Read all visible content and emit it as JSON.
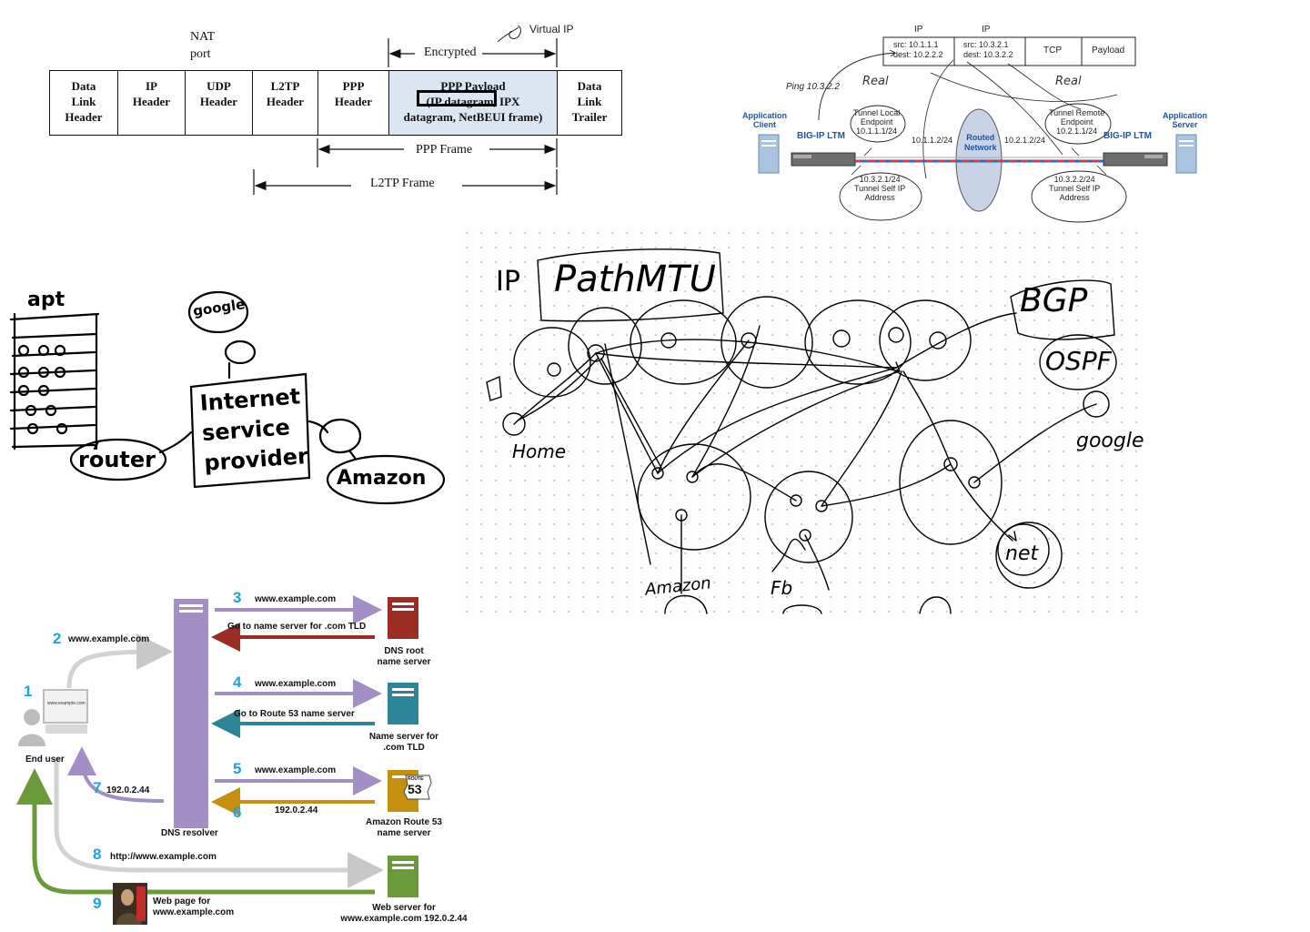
{
  "l2tp": {
    "nat_label": "NAT",
    "port_label": "port",
    "encrypted_label": "Encrypted",
    "virtual_ip_label": "Virtual IP",
    "cells": [
      {
        "l1": "Data",
        "l2": "Link",
        "l3": "Header"
      },
      {
        "l1": "IP",
        "l2": "Header",
        "l3": ""
      },
      {
        "l1": "UDP",
        "l2": "Header",
        "l3": ""
      },
      {
        "l1": "L2TP",
        "l2": "Header",
        "l3": ""
      },
      {
        "l1": "PPP",
        "l2": "Header",
        "l3": ""
      },
      {
        "l1": "PPP Payload",
        "l2": "(IP datagram, IPX",
        "l3": "datagram, NetBEUI frame)"
      },
      {
        "l1": "Data",
        "l2": "Link",
        "l3": "Trailer"
      }
    ],
    "ppp_frame_label": "PPP Frame",
    "l2tp_frame_label": "L2TP Frame"
  },
  "bigip": {
    "packet_headers": [
      "IP",
      "IP"
    ],
    "packet_cells": [
      {
        "l1": "src: 10.1.1.1",
        "l2": "dest: 10.2.2.2"
      },
      {
        "l1": "src: 10.3.2.1",
        "l2": "dest: 10.3.2.2"
      },
      {
        "l1": "TCP",
        "l2": ""
      },
      {
        "l1": "Payload",
        "l2": ""
      }
    ],
    "ping_label": "Ping 10.3.2.2",
    "handwritten_note_left": "Real",
    "handwritten_note_right": "Real",
    "app_client": {
      "l1": "Application",
      "l2": "Client"
    },
    "app_server": {
      "l1": "Application",
      "l2": "Server"
    },
    "ltm_left": "BIG-IP LTM",
    "ltm_right": "BIG-IP LTM",
    "tunnel_local": {
      "l1": "Tunnel Local",
      "l2": "Endpoint",
      "l3": "10.1.1.1/24"
    },
    "tunnel_remote": {
      "l1": "Tunnel Remote",
      "l2": "Endpoint",
      "l3": "10.2.1.1/24"
    },
    "routed_network": {
      "l1": "Routed",
      "l2": "Network"
    },
    "addr_left": "10.1.1.2/24",
    "addr_right": "10.2.1.2/24",
    "self_left": {
      "l1": "10.3.2.1/24",
      "l2": "Tunnel Self IP",
      "l3": "Address"
    },
    "self_right": {
      "l1": "10.3.2.2/24",
      "l2": "Tunnel Self IP",
      "l3": "Address"
    }
  },
  "sketch_isp": {
    "apt_label": "apt",
    "google_label": "google",
    "isp_l1": "Internet",
    "isp_l2": "service",
    "isp_l3": "provider",
    "router_label": "router",
    "amazon_label": "Amazon"
  },
  "sketch_mtu": {
    "ip_label": "IP",
    "pathmtu_label": "PathMTU",
    "bgp_label": "BGP",
    "ospf_label": "OSPF",
    "home_label": "Home",
    "google_label": "google",
    "amazon_label": "Amazon",
    "fb_label": "Fb",
    "net_label": "net"
  },
  "dns": {
    "steps": [
      {
        "n": "1",
        "text": ""
      },
      {
        "n": "2",
        "text": "www.example.com"
      },
      {
        "n": "3",
        "text": "www.example.com"
      },
      {
        "n": "4",
        "text": "www.example.com"
      },
      {
        "n": "5",
        "text": "www.example.com"
      },
      {
        "n": "6",
        "text": "192.0.2.44"
      },
      {
        "n": "7",
        "text": "192.0.2.44"
      },
      {
        "n": "8",
        "text": "http://www.example.com"
      },
      {
        "n": "9",
        "text": ""
      }
    ],
    "reply_root": "Go to name server for .com TLD",
    "reply_tld": "Go to Route 53 name server",
    "end_user": "End user",
    "screen_text": "www.example.com",
    "resolver": "DNS resolver",
    "root_server": {
      "l1": "DNS root",
      "l2": "name server"
    },
    "tld_server": {
      "l1": "Name server for",
      "l2": ".com TLD"
    },
    "r53_server": {
      "l1": "Amazon Route 53",
      "l2": "name server"
    },
    "r53_badge_top": "ROUTE",
    "r53_badge_num": "53",
    "web_server": {
      "l1": "Web server for",
      "l2": "www.example.com 192.0.2.44"
    },
    "web_page": {
      "l1": "Web page for",
      "l2": "www.example.com"
    },
    "colors": {
      "purple": "#a48fc4",
      "red": "#9b2d24",
      "teal": "#2e8597",
      "gold": "#c58f10",
      "green": "#6c9a3a",
      "gray": "#c8c8c8",
      "blue_num": "#1aa3e8"
    }
  }
}
